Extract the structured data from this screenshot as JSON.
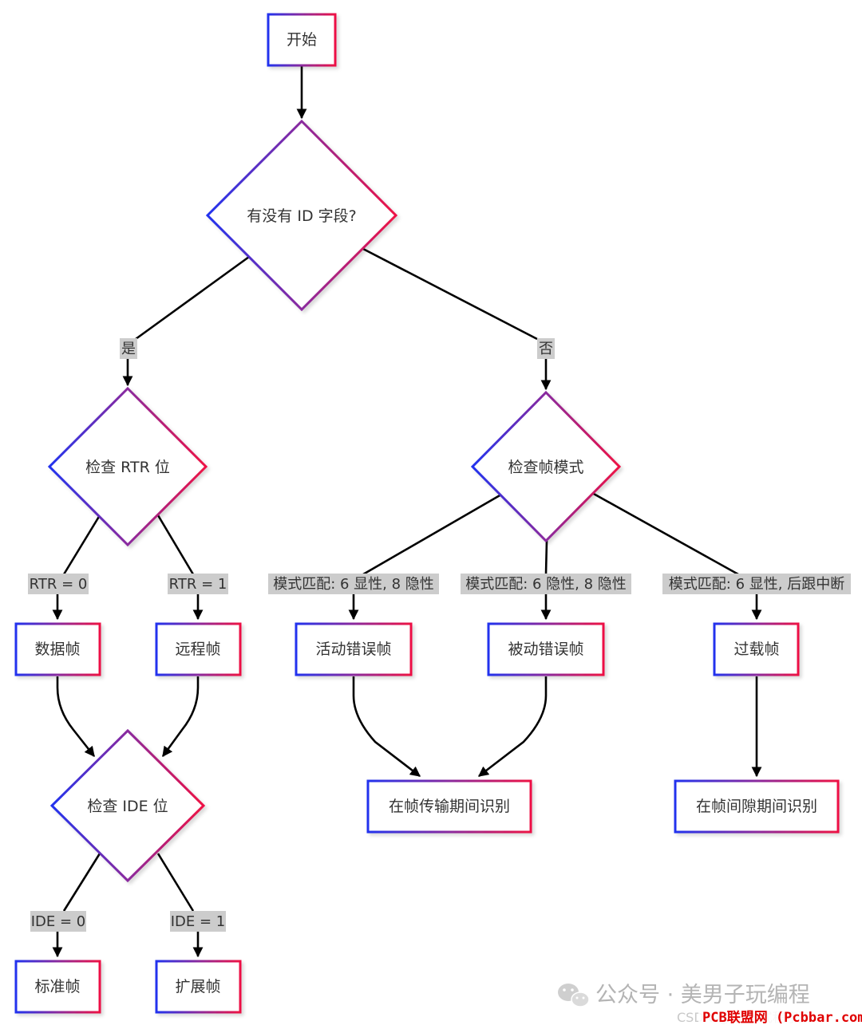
{
  "colors": {
    "gradient_start": "#2233ee",
    "gradient_mid": "#8a2a9e",
    "gradient_end": "#ee1144",
    "edge": "#000000",
    "label_bg": "#cccccc",
    "text": "#333333",
    "watermark_red": "#e00000"
  },
  "nodes": {
    "start": "开始",
    "has_id": "有没有 ID 字段?",
    "check_rtr": "检查 RTR 位",
    "check_mode": "检查帧模式",
    "data_frame": "数据帧",
    "remote_frame": "远程帧",
    "active_error": "活动错误帧",
    "passive_error": "被动错误帧",
    "overload": "过载帧",
    "check_ide": "检查 IDE 位",
    "in_frame": "在帧传输期间识别",
    "interframe": "在帧间隙期间识别",
    "standard_frame": "标准帧",
    "extended_frame": "扩展帧"
  },
  "edge_labels": {
    "yes": "是",
    "no": "否",
    "rtr0": "RTR = 0",
    "rtr1": "RTR = 1",
    "mode1": "模式匹配: 6 显性, 8 隐性",
    "mode2": "模式匹配: 6 隐性, 8 隐性",
    "mode3": "模式匹配: 6 显性, 后跟中断",
    "ide0": "IDE = 0",
    "ide1": "IDE = 1"
  },
  "watermark": {
    "wechat_icon": "wechat-icon",
    "main": "公众号 · 美男子玩编程",
    "sub": "CSDN @ 嵌入式程序猿",
    "red": "PCB联盟网 (Pcbbar.com)"
  }
}
